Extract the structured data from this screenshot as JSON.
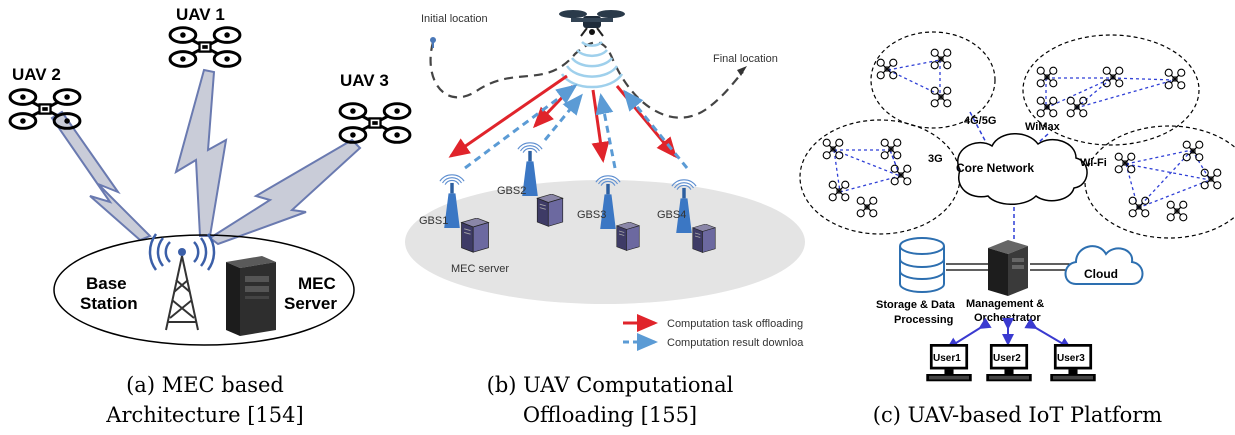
{
  "panel_a": {
    "uav_labels": [
      "UAV 2",
      "UAV 1",
      "UAV 3"
    ],
    "base_station_label": [
      "Base",
      "Station"
    ],
    "mec_server_label": [
      "MEC",
      "Server"
    ],
    "caption": [
      "(a) MEC based",
      "Architecture [154]"
    ]
  },
  "panel_b": {
    "initial_location": "Initial location",
    "final_location": "Final location",
    "gbs_labels": [
      "GBS1",
      "GBS2",
      "GBS3",
      "GBS4"
    ],
    "mec_server": "MEC server",
    "legend": [
      "Computation task offloading",
      "Computation result downloa"
    ],
    "colors": {
      "offload": "#e0242b",
      "download": "#5b9bd5",
      "ellipse": "#e6e6e6"
    },
    "caption": [
      "(b) UAV Computational",
      "Offloading [155]"
    ]
  },
  "panel_c": {
    "links": [
      "4G/5G",
      "WiMax",
      "3G",
      "Wi-Fi"
    ],
    "core_network": "Core Network",
    "cloud": "Cloud",
    "storage": [
      "Storage & Data",
      "Processing"
    ],
    "management": [
      "Management &",
      "Orchestrator"
    ],
    "users": [
      "User1",
      "User2",
      "User3"
    ],
    "colors": {
      "dash_blue": "#2f3fd6",
      "user_arrow": "#3a3ad0"
    },
    "caption": [
      "(c) UAV-based IoT Platform"
    ]
  }
}
